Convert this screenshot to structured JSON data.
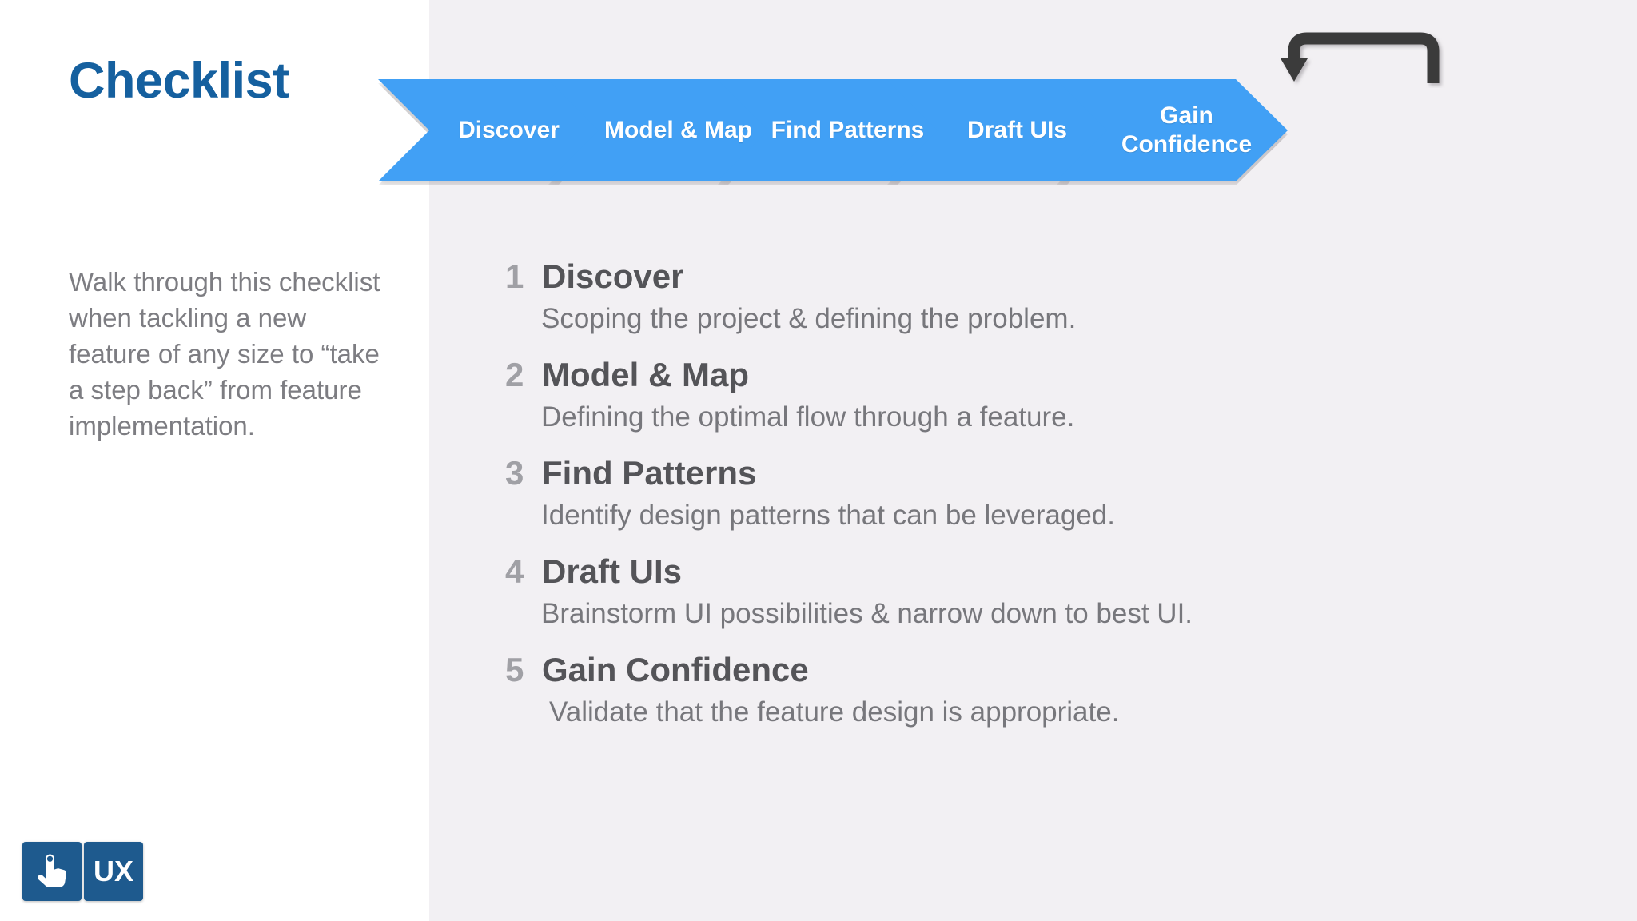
{
  "slide": {
    "title": "Checklist",
    "intro": "Walk through this checklist when tackling a new feature of any size to “take a step back” from feature implementation.",
    "accent_title_color": "#15609f",
    "body_text_color": "#7d7d82",
    "right_panel_bg": "#f2f0f3",
    "left_panel_bg": "#ffffff"
  },
  "logo": {
    "touch_icon": "touch-hand-icon",
    "ux_text": "UX",
    "tile_color": "#1e5a8e"
  },
  "process": {
    "chevron_color": "#41a0f5",
    "chevron_text_color": "#ffffff",
    "loopback_arrow_color": "#3a3a3a",
    "loopback_from": "Gain Confidence",
    "loopback_to": "Draft UIs",
    "steps": [
      {
        "label": "Discover"
      },
      {
        "label": "Model & Map"
      },
      {
        "label": "Find Patterns"
      },
      {
        "label": "Draft UIs"
      },
      {
        "label": "Gain Confidence"
      }
    ]
  },
  "checklist": {
    "number_color": "#a0a0a5",
    "title_color": "#545458",
    "desc_color": "#77777c",
    "items": [
      {
        "number": "1",
        "title": "Discover",
        "desc": "Scoping the project & defining the problem."
      },
      {
        "number": "2",
        "title": "Model & Map",
        "desc": "Defining the optimal flow through a feature."
      },
      {
        "number": "3",
        "title": "Find Patterns",
        "desc": "Identify design patterns that can be leveraged."
      },
      {
        "number": "4",
        "title": "Draft UIs",
        "desc": "Brainstorm UI possibilities & narrow down to best UI."
      },
      {
        "number": "5",
        "title": "Gain Confidence",
        "desc": "Validate that the feature design is appropriate."
      }
    ]
  }
}
